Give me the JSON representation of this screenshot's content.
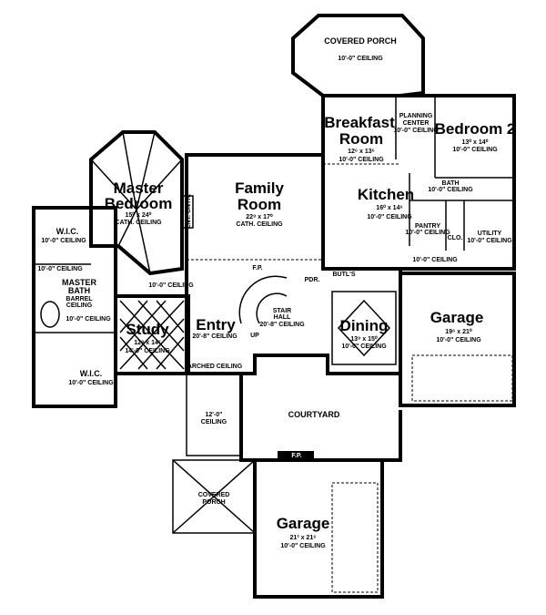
{
  "rooms": {
    "porch_top": {
      "name": "COVERED PORCH",
      "ceiling": "10'-0\" CEILING"
    },
    "breakfast": {
      "name1": "Breakfast",
      "name2": "Room",
      "dims": "12⁶ x 13⁶",
      "ceiling": "10'-0\" CEILING"
    },
    "planning": {
      "name1": "PLANNING",
      "name2": "CENTER",
      "ceiling": "10'-0\" CEILING"
    },
    "bedroom2": {
      "name": "Bedroom 2",
      "dims": "13⁰ x 14⁰",
      "ceiling": "10'-0\" CEILING"
    },
    "kitchen": {
      "name": "Kitchen",
      "dims": "16⁰ x 14⁶",
      "ceiling": "10'-0\" CEILING"
    },
    "bath": {
      "name": "BATH",
      "ceiling": "10'-0\" CEILING"
    },
    "pantry": {
      "name": "PANTRY",
      "ceiling": "10'-0\" CEILING"
    },
    "clo": {
      "name": "CLO."
    },
    "utility": {
      "name": "UTILITY",
      "ceiling": "10'-0\" CEILING"
    },
    "hall_ceiling": "10'-0\" CEILING",
    "family": {
      "name1": "Family",
      "name2": "Room",
      "dims": "22⁸ x 17⁰",
      "ceiling": "CATH. CEILING"
    },
    "master_bed": {
      "name1": "Master",
      "name2": "Bedroom",
      "dims": "15⁰ x 24⁰",
      "ceiling": "CATH. CEILING"
    },
    "ent_ctr": "ENT. CNTR.",
    "wic_top": {
      "name": "W.I.C.",
      "ceiling": "10'-0\" CEILING"
    },
    "master_bath": {
      "name1": "MASTER",
      "name2": "BATH",
      "ceiling1": "BARREL",
      "ceiling2": "CEILING"
    },
    "mb_ceiling_a": "10'-0\" CEILING",
    "mb_ceiling_b": "10'-0\" CEILING",
    "hall_left_ceiling": "10'-0\" CEILING",
    "wic_bottom": {
      "name": "W.I.C.",
      "ceiling": "10'-0\" CEILING"
    },
    "study": {
      "name": "Study",
      "dims": "12⁸ x 14⁷",
      "ceiling": "14'-0\" CEILING"
    },
    "entry": {
      "name": "Entry",
      "ceiling": "20'-8\" CEILING",
      "arched": "ARCHED CEILING"
    },
    "stair": {
      "name1": "STAIR",
      "name2": "HALL",
      "ceiling": "20'-8\" CEILING",
      "up": "UP"
    },
    "pdr": "PDR.",
    "butls": "BUTL'S",
    "fp": "F.P.",
    "dining": {
      "name": "Dining",
      "dims": "13⁹ x 15⁰",
      "ceiling": "10'-0\" CEILING"
    },
    "garage_right": {
      "name": "Garage",
      "dims": "19⁶ x 21⁰",
      "ceiling": "10'-0\" CEILING"
    },
    "gallery": {
      "c1": "12'-0\"",
      "c2": "CEILING"
    },
    "courtyard": "COURTYARD",
    "porch_bottom": {
      "name1": "COVERED",
      "name2": "PORCH"
    },
    "garage_bottom": {
      "name": "Garage",
      "dims": "21² x 21⁶",
      "ceiling": "10'-0\" CEILING"
    }
  }
}
